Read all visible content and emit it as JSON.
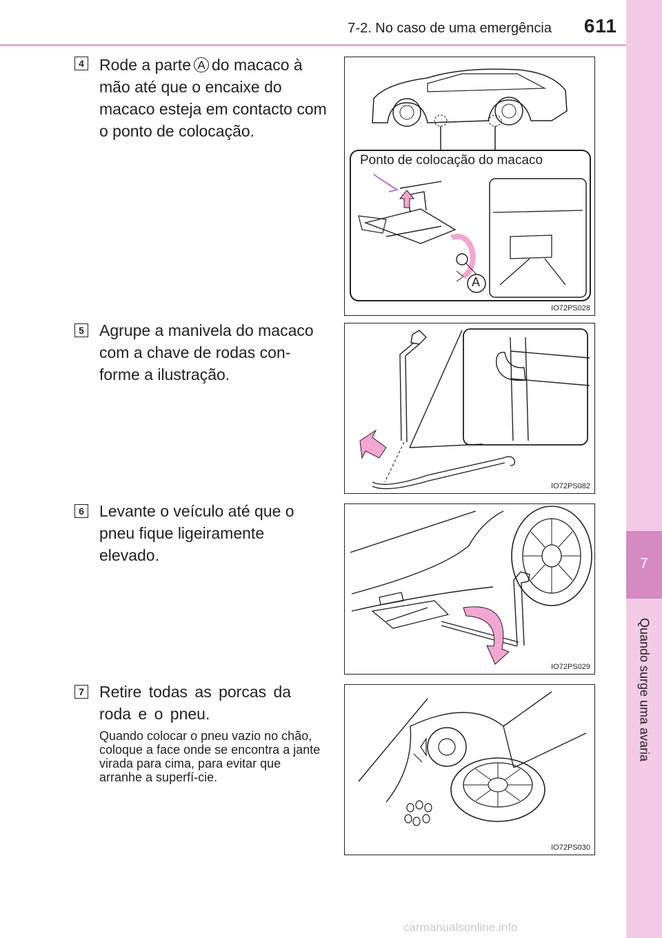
{
  "header": {
    "section_title": "7-2. No caso de uma emergência",
    "page_number": "611"
  },
  "side_tab": {
    "chapter_number": "7",
    "chapter_title": "Quando surge uma avaria"
  },
  "steps": [
    {
      "number": "4",
      "text_before": "Rode a parte",
      "marker": "A",
      "text_after": "do macaco à mão até que o encaixe do macaco esteja em contacto com o ponto de colocação.",
      "figure_label": "Ponto de colocação do macaco",
      "figure_marker": "A",
      "figure_code": "IO72PS028"
    },
    {
      "number": "5",
      "text": "Agrupe a manivela do macaco com a chave de rodas con-forme a ilustração.",
      "figure_code": "IO72PS082"
    },
    {
      "number": "6",
      "text": "Levante o veículo até que o pneu fique ligeiramente elevado.",
      "figure_code": "IO72PS029"
    },
    {
      "number": "7",
      "text": "Retire todas as porcas da roda e o pneu.",
      "note": "Quando colocar o pneu vazio no chão, coloque a face onde se encontra a jante virada para cima, para evitar que arranhe a superfí-cie.",
      "figure_code": "IO72PS030"
    }
  ],
  "watermark": "carmanualsonline.info",
  "colors": {
    "accent_pink": "#e7a9d4",
    "tab_light": "#f3cbe6",
    "tab_dark": "#d58ac1",
    "arrow_pink": "#f4a6d2"
  }
}
